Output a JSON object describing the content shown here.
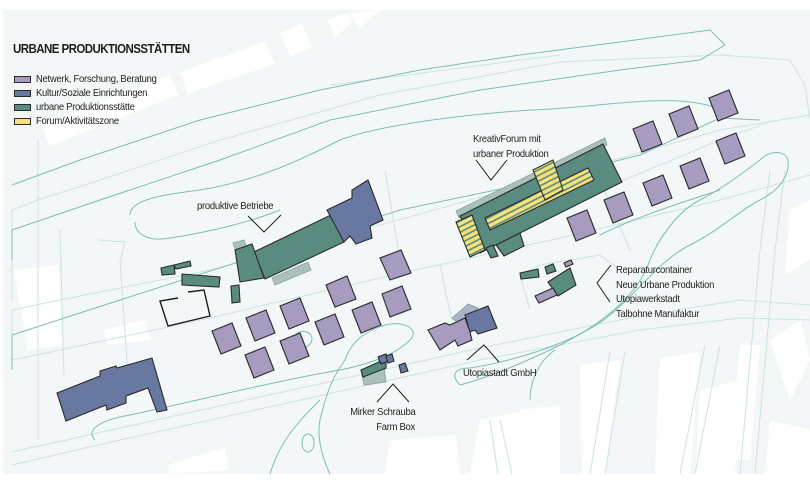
{
  "title": "URBANE PRODUKTIONSSTÄTTEN",
  "legend": [
    {
      "label": "Netwerk, Forschung, Beratung",
      "color": "#a79bc0",
      "key": "netwerk"
    },
    {
      "label": "Kultur/Soziale Einrichtungen",
      "color": "#6878a0",
      "key": "kultur"
    },
    {
      "label": "urbane Produktionsstätte",
      "color": "#5a8b80",
      "key": "produktion"
    },
    {
      "label": "Forum/Aktivitätszone",
      "color": "#f6e27a",
      "key": "forum"
    }
  ],
  "colors": {
    "background": "#f3f7f8",
    "street": "#ffffff",
    "road_line": "#cde3e3",
    "contour": "#7fbcb8",
    "outline": "#2a2a2a",
    "shadow_annex": "#a9c0bb",
    "light_kultur": "#aab3cc"
  },
  "annotations": {
    "kreativforum": [
      "KreativForum mit",
      "urbaner Produktion"
    ],
    "produktive_betriebe": [
      "produktive Betriebe"
    ],
    "reparatur": [
      "Reparaturcontainer",
      "Neue Urbane Produktion",
      "Utopiawerkstadt",
      "Talbohne Manufaktur"
    ],
    "utopiastadt": [
      "Utopiastadt GmbH"
    ],
    "mirker": [
      "Mirker Schrauba",
      "Farm Box"
    ]
  }
}
